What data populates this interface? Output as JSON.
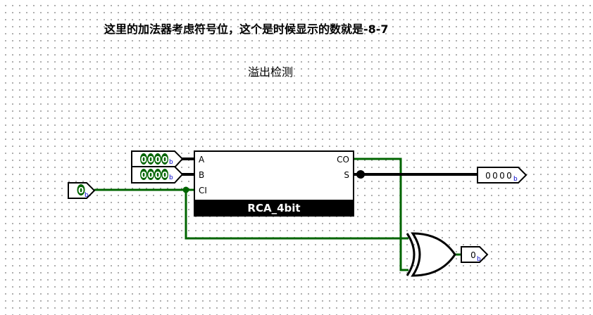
{
  "annotations": {
    "note_line1": "这里的加法器考虑符号位，这个是时候显示的数就是-8-7",
    "note_line2": "溢出检测"
  },
  "adder": {
    "name": "RCA_4bit",
    "port_a": "A",
    "port_b": "B",
    "port_ci": "CI",
    "port_co": "CO",
    "port_s": "S"
  },
  "inputs": {
    "a_bits": [
      "0",
      "0",
      "0",
      "0"
    ],
    "b_bits": [
      "0",
      "0",
      "0",
      "0"
    ],
    "ci_bit": "0",
    "radix": "b"
  },
  "outputs": {
    "sum_bits": [
      "0",
      "0",
      "0",
      "0"
    ],
    "overflow_bit": "0",
    "radix": "b"
  },
  "colors": {
    "wire_active": "#006400",
    "wire_bus": "#000000",
    "pin_fill": "#006400",
    "radix_color": "#0000cc",
    "label_bar": "#000000"
  }
}
